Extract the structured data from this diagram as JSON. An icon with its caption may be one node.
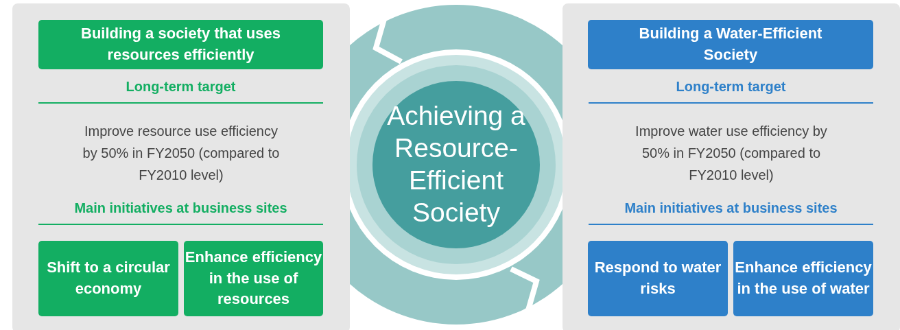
{
  "diagram": {
    "nodes": [
      {
        "text": [
          "Long-term target",
          "Improve resource use efficiency by 50% in FY2050 (compared to FY2010 level)",
          "Main initiatives at business sites"
        ]
      },
      {
        "text": [
          "Building a society that uses resources efficiently"
        ],
        "in": 0
      },
      {
        "text": [
          "Shift to a circular economy"
        ],
        "in": 0
      },
      {
        "text": [
          "Enhance efficiency in the use of resources"
        ],
        "in": 0
      },
      {
        "text": [
          "Achieving a Resource-Efficient Society"
        ]
      },
      {
        "text": [
          "Long-term target",
          "Improve water use efficiency by 50% in FY2050 (compared to FY2010 level)",
          "Main initiatives at business sites"
        ]
      },
      {
        "text": [
          "Building a Water-Efficient Society"
        ],
        "in": 5
      },
      {
        "text": [
          "Respond to water risks"
        ],
        "in": 5
      },
      {
        "text": [
          "Enhance efficiency in the use of water"
        ],
        "in": 5
      }
    ]
  }
}
